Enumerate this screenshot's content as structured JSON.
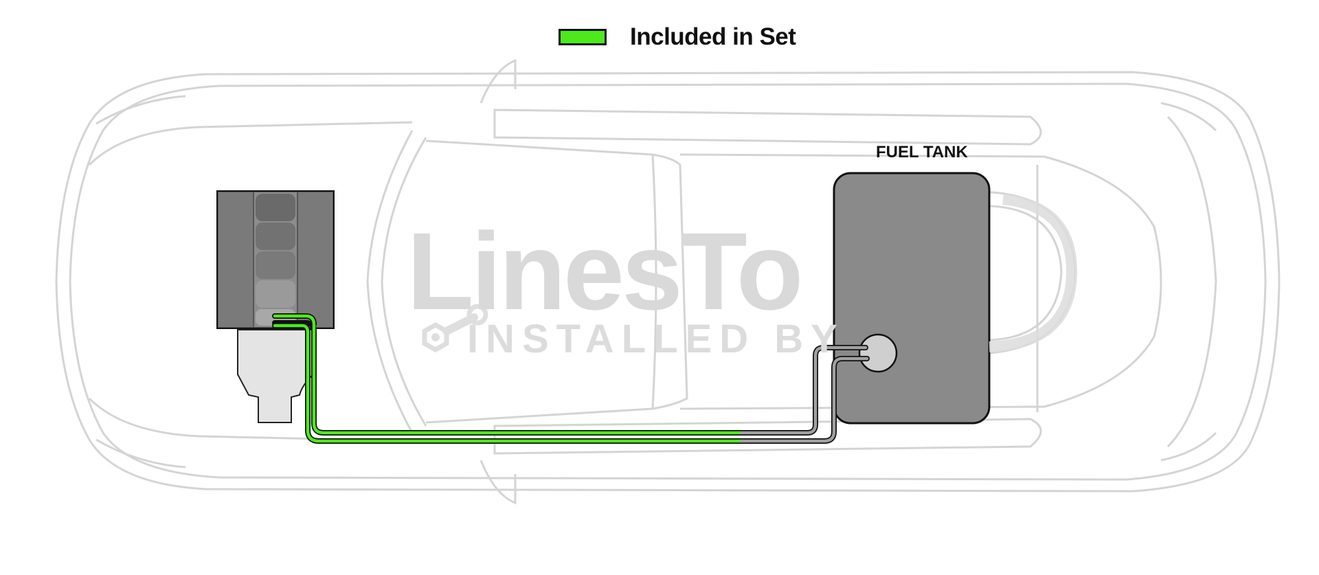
{
  "legend": {
    "label": "Included in Set",
    "swatch_color": "#4cea1b"
  },
  "labels": {
    "fuel_tank": "FUEL TANK"
  },
  "watermark": {
    "title": "LinesTo",
    "subtitle": "INSTALLED BY",
    "icon": "wrench-nut-icon"
  },
  "colors": {
    "car_outline": "#d4d4d4",
    "included_line": "#4cea1b",
    "other_line": "#9a9a9a",
    "tank_fill": "#8a8a8a"
  }
}
